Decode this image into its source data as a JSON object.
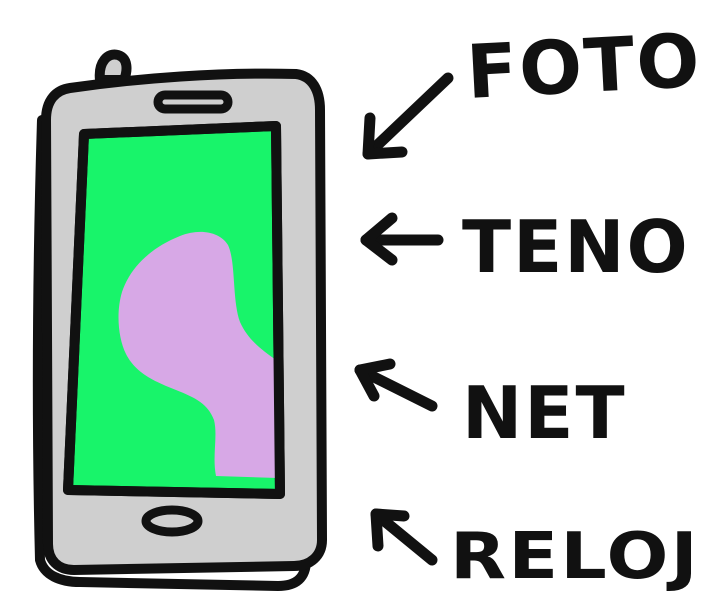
{
  "colors": {
    "outline": "#111111",
    "phone_body": "#cfcfcf",
    "screen": "#18f46a",
    "blob": "#d7a8e6",
    "background": "#ffffff"
  },
  "labels": [
    {
      "text": "FOTO",
      "icon": "arrow-icon"
    },
    {
      "text": "TENO",
      "icon": "arrow-icon"
    },
    {
      "text": "NET",
      "icon": "arrow-icon"
    },
    {
      "text": "RELOJ",
      "icon": "arrow-icon"
    }
  ]
}
